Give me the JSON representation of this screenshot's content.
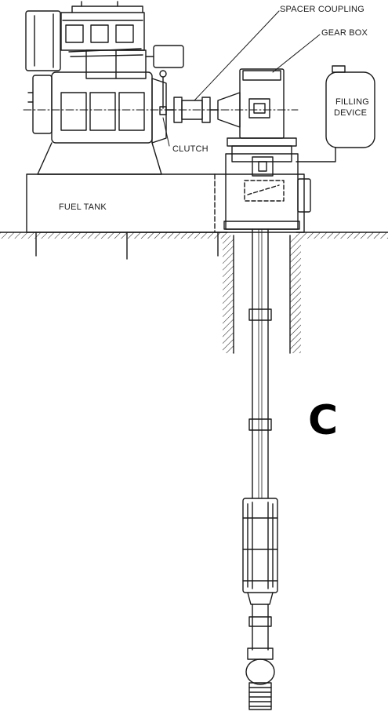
{
  "labels": {
    "spacer_coupling": "SPACER COUPLING",
    "gear_box": "GEAR BOX",
    "filling_device_line1": "FILLING",
    "filling_device_line2": "DEVICE",
    "clutch": "CLUTCH",
    "fuel_tank": "FUEL TANK"
  },
  "panel_letter": "C",
  "colors": {
    "line": "#1a1a1a",
    "background": "#ffffff"
  }
}
